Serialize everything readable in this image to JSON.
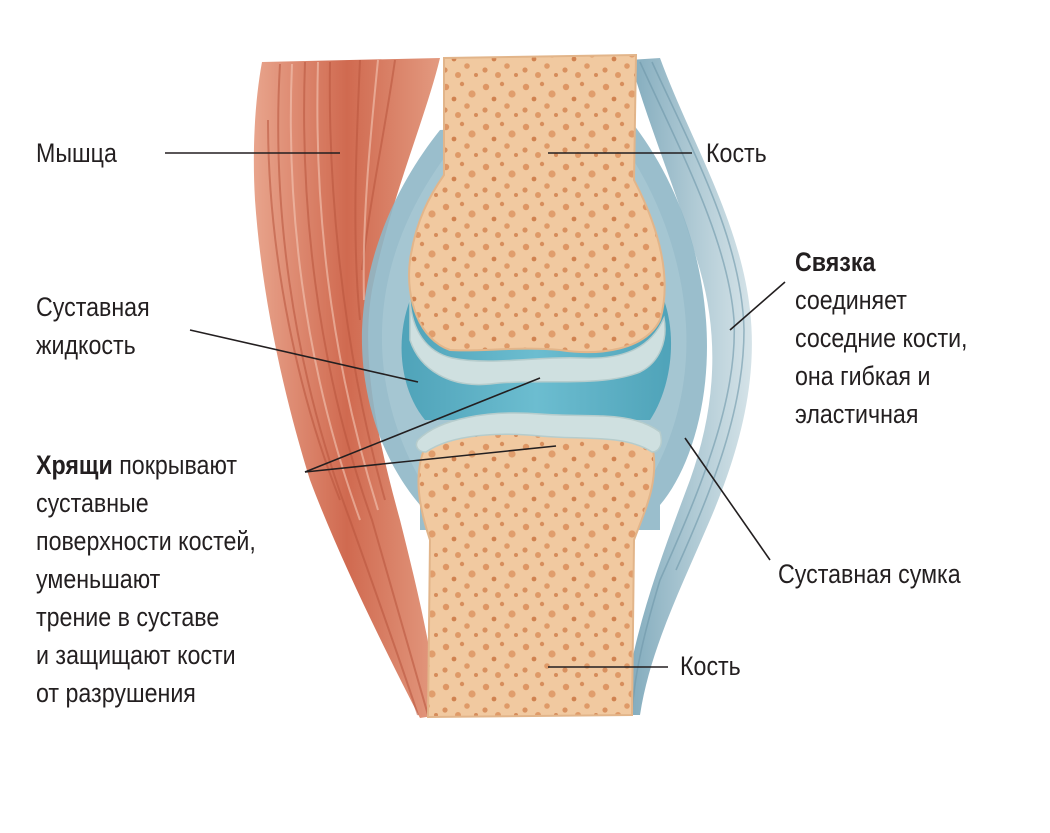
{
  "labels": {
    "muscle": "Мышца",
    "bone_top": "Кость",
    "bone_bottom": "Кость",
    "ligament_title": "Связка",
    "ligament_lines": [
      "соединяет",
      "соседние кости,",
      "она гибкая и",
      "эластичная"
    ],
    "synovial_fluid": [
      "Суставная",
      "жидкость"
    ],
    "cartilage_title": "Хрящи",
    "cartilage_first": " покрывают",
    "cartilage_lines": [
      "суставные",
      "поверхности костей,",
      "уменьшают",
      "трение в суставе",
      "и защищают кости",
      "от разрушения"
    ],
    "joint_capsule": "Суставная сумка"
  },
  "colors": {
    "muscle": "#d9735a",
    "bone": "#f1c9a0",
    "bone_spots": "#d98a55",
    "synovial_fluid": "#5fb0c4",
    "capsule": "#8fb7c6",
    "ligament": "#9ebcc9",
    "cartilage": "#cfe0e0",
    "leader_line": "#231f20"
  }
}
